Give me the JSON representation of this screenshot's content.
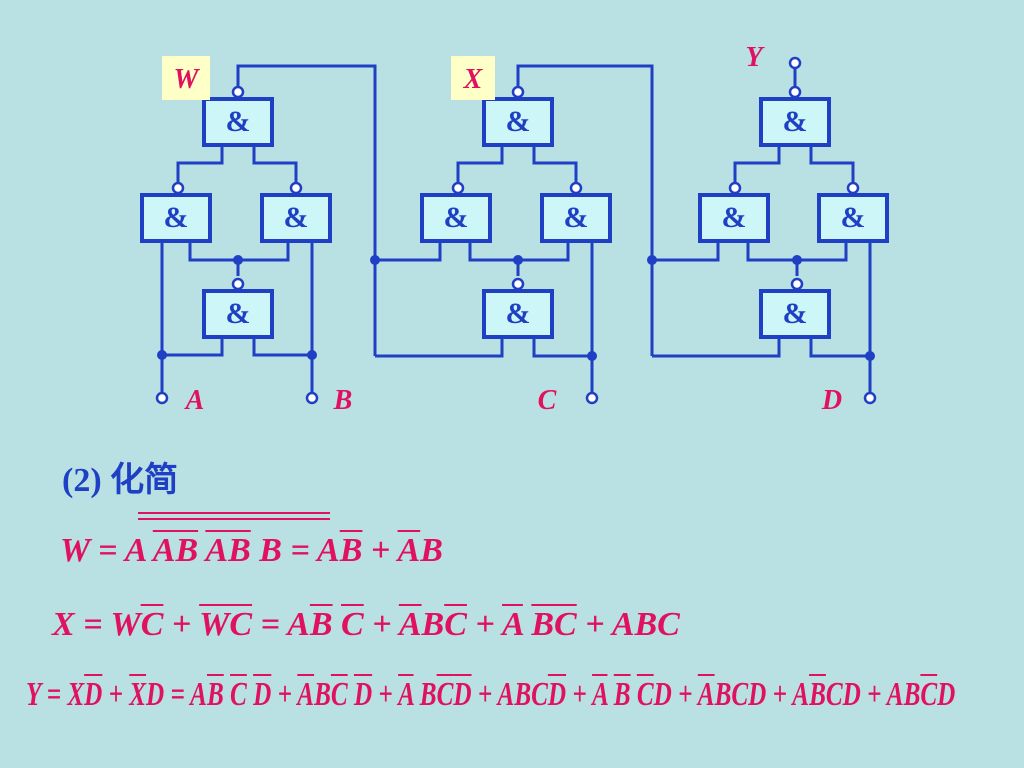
{
  "gate_symbol": "&",
  "labels": {
    "w": "W",
    "x": "X",
    "y": "Y",
    "a": "A",
    "b": "B",
    "c": "C",
    "d": "D"
  },
  "section_title": "(2) 化简",
  "colors": {
    "background": "#b9e0e2",
    "wire": "#1f3fc4",
    "gate_fill": "#cdf6f9",
    "label": "#e0115f",
    "label_box": "#ffffc8"
  },
  "equations": {
    "w": {
      "p1": "W",
      "p2": " = A ",
      "p3": "AB",
      "p4": "  ",
      "p5": "AB",
      "p6": " B",
      "p7": " = A",
      "p8": "B",
      "p9": " + ",
      "p10": "A",
      "p11": "B"
    },
    "x": {
      "p1": "X",
      "p2": " = W",
      "p3": "C",
      "p4": " + ",
      "p5": "WC",
      "p6": " = A",
      "p7": "B",
      "p8": " ",
      "p9": "C",
      "p10": " + ",
      "p11": "A",
      "p12": "B",
      "p13": "C",
      "p14": " + ",
      "p15": "A",
      "p16": " ",
      "p17": "BC",
      "p18": " + ABC"
    },
    "y": {
      "p1": "Y",
      "p2": " = X",
      "p3": "D",
      "p4": " + ",
      "p5": "X",
      "p6": "D = A",
      "p7": "B",
      "p8": " ",
      "p9": "C",
      "p10": " ",
      "p11": "D",
      "p12": " + ",
      "p13": "A",
      "p14": "B",
      "p15": "C",
      "p16": " ",
      "p17": "D",
      "p18": " + ",
      "p19": "A",
      "p20": " ",
      "p21": "B",
      "p22": "C",
      "p23": "D",
      "p24": " + ABC",
      "p25": "D",
      "p26": " + ",
      "p27": "A",
      "p28": " ",
      "p29": "B",
      "p30": " ",
      "p31": "C",
      "p32": "D + ",
      "p33": "A",
      "p34": "BCD + A",
      "p35": "B",
      "p36": "CD + AB",
      "p37": "C",
      "p38": "D"
    }
  }
}
